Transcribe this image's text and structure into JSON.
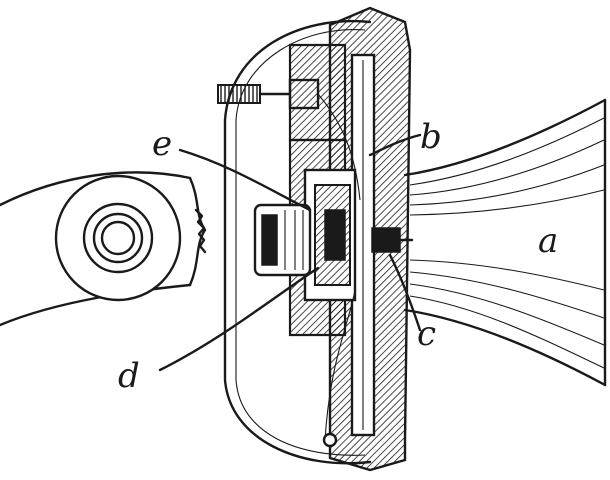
{
  "labels": {
    "a": "a",
    "b": "b",
    "c": "c",
    "d": "d",
    "e": "e"
  },
  "colors": {
    "ink": "#1a1a1a",
    "paper": "#ffffff"
  }
}
